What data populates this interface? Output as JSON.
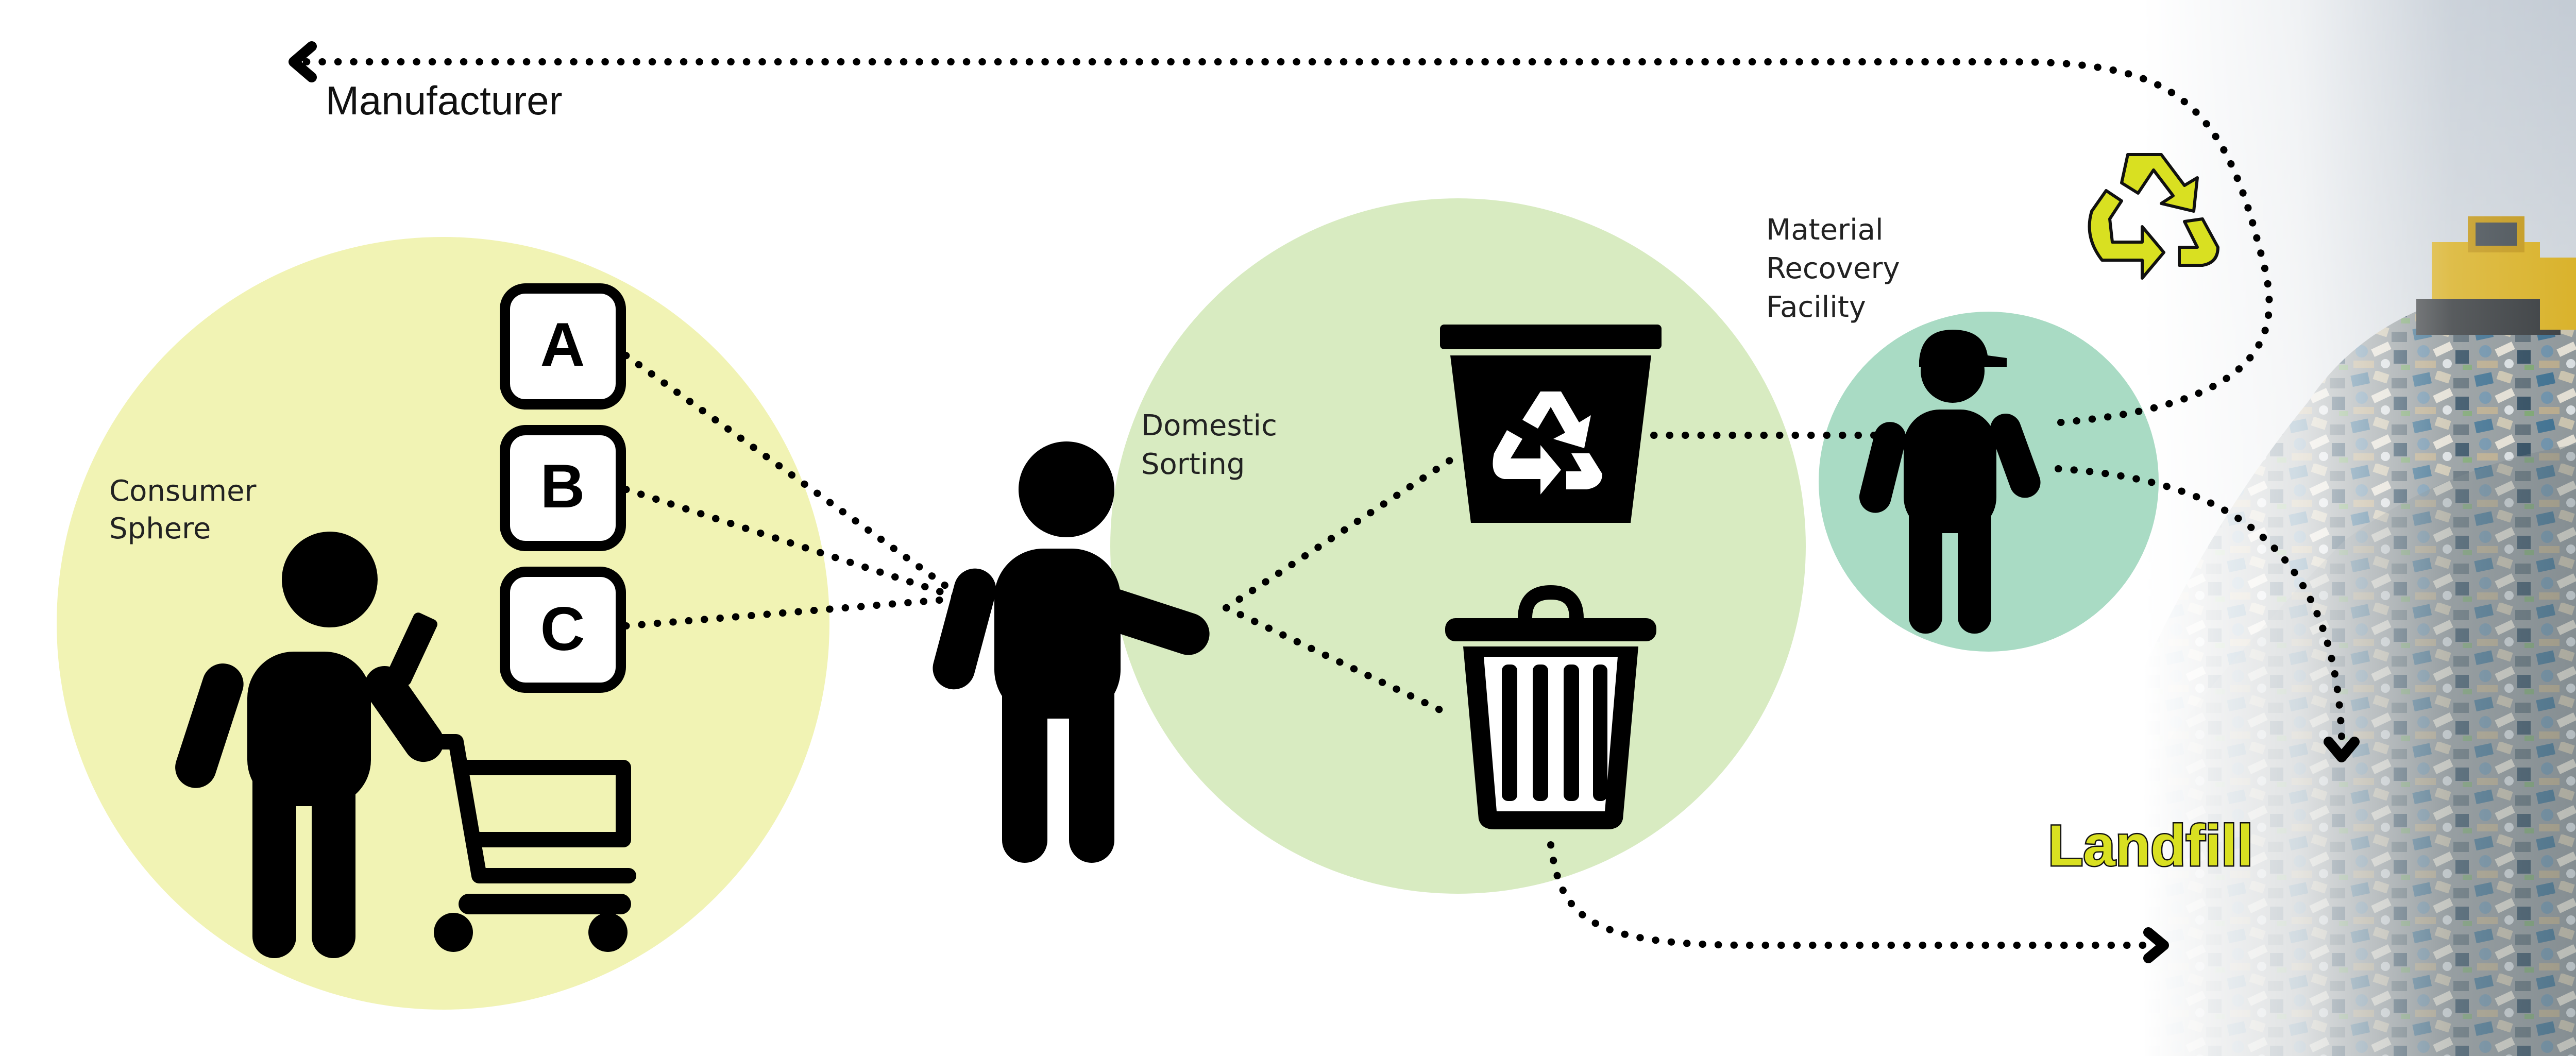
{
  "labels": {
    "manufacturer": "Manufacturer",
    "consumer_line1": "Consumer",
    "consumer_line2": "Sphere",
    "domestic_line1": "Domestic",
    "domestic_line2": "Sorting",
    "mrf_line1": "Material",
    "mrf_line2": "Recovery",
    "mrf_line3": "Facility",
    "landfill": "Landfill"
  },
  "product_options": [
    "A",
    "B",
    "C"
  ],
  "colors": {
    "consumer_circle": "#f1f3b4",
    "domestic_circle": "#d8ebc1",
    "mrf_circle": "#a9dbc4",
    "accent_yellow": "#d9e021",
    "ink": "#000000"
  },
  "icons": {
    "consumer": "person-with-phone-icon",
    "cart": "shopping-cart-icon",
    "sorter": "person-icon",
    "recycle_bin": "recycling-bin-icon",
    "trash_can": "trash-can-icon",
    "worker": "worker-with-cap-icon",
    "recycle_arrows": "recycle-arrows-icon",
    "landfill_photo": "landfill-photo"
  }
}
